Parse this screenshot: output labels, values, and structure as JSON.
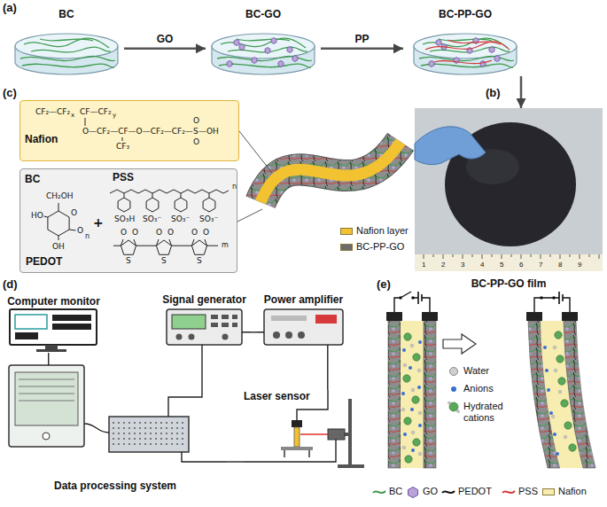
{
  "diagram": {
    "nodes": [
      {
        "text": [
          "BC"
        ]
      },
      {
        "text": [
          "BC-GO"
        ]
      },
      {
        "text": [
          "BC-PP-GO"
        ]
      },
      {
        "text": [
          "BC-PP-GO film"
        ]
      },
      {
        "text": [
          "Nafion"
        ]
      },
      {
        "text": [
          "BC",
          "PSS",
          "PEDOT"
        ]
      },
      {
        "text": [
          "Computer monitor"
        ]
      },
      {
        "text": [
          "Signal generator"
        ]
      },
      {
        "text": [
          "Power amplifier"
        ]
      },
      {
        "text": [
          "Laser sensor"
        ]
      },
      {
        "text": [
          "Data processing system"
        ]
      }
    ],
    "edges": [
      {
        "from": 0,
        "to": 1,
        "arrow": "to",
        "label": "GO"
      },
      {
        "from": 1,
        "to": 2,
        "arrow": "to",
        "label": "PP"
      },
      {
        "from": 2,
        "to": 3,
        "arrow": "to"
      },
      {
        "from": 6,
        "to": 10,
        "arrow": "none"
      },
      {
        "from": 10,
        "to": 7,
        "arrow": "none"
      },
      {
        "from": 7,
        "to": 8,
        "arrow": "none"
      },
      {
        "from": 8,
        "to": 9,
        "arrow": "none"
      },
      {
        "from": 9,
        "to": 10,
        "arrow": "none"
      }
    ],
    "labels": [
      "(a)",
      "(b)",
      "(c)",
      "(d)",
      "(e)",
      "1",
      "2",
      "3",
      "4",
      "5",
      "6",
      "7",
      "8",
      "9",
      "CF₂—CF₂",
      "x",
      "CF—CF₂",
      "y",
      "O—CF₂—CF—O—CF₂—CF₂—",
      "S",
      "—OH",
      "O",
      "O",
      "CF₃",
      "CH₂OH",
      "O",
      "HO",
      "OH",
      "O",
      "n",
      "+",
      "SO₃H",
      "SO₃⁻",
      "SO₃⁻",
      "SO₃⁻",
      "n",
      "S",
      "S",
      "S",
      "O",
      "O",
      "O",
      "O",
      "O",
      "O",
      "m"
    ],
    "legend": [
      {
        "text": "Nafion layer",
        "color": "#f2c230"
      },
      {
        "text": "BC-PP-GO",
        "color": "#6b6b6b"
      },
      {
        "text": "Water"
      },
      {
        "text": "Anions"
      },
      {
        "text": "Hydrated cations"
      },
      {
        "text": "BC"
      },
      {
        "text": "GO"
      },
      {
        "text": "PEDOT"
      },
      {
        "text": "PSS"
      },
      {
        "text": "Nafion",
        "color": "#f8edb0"
      }
    ]
  }
}
